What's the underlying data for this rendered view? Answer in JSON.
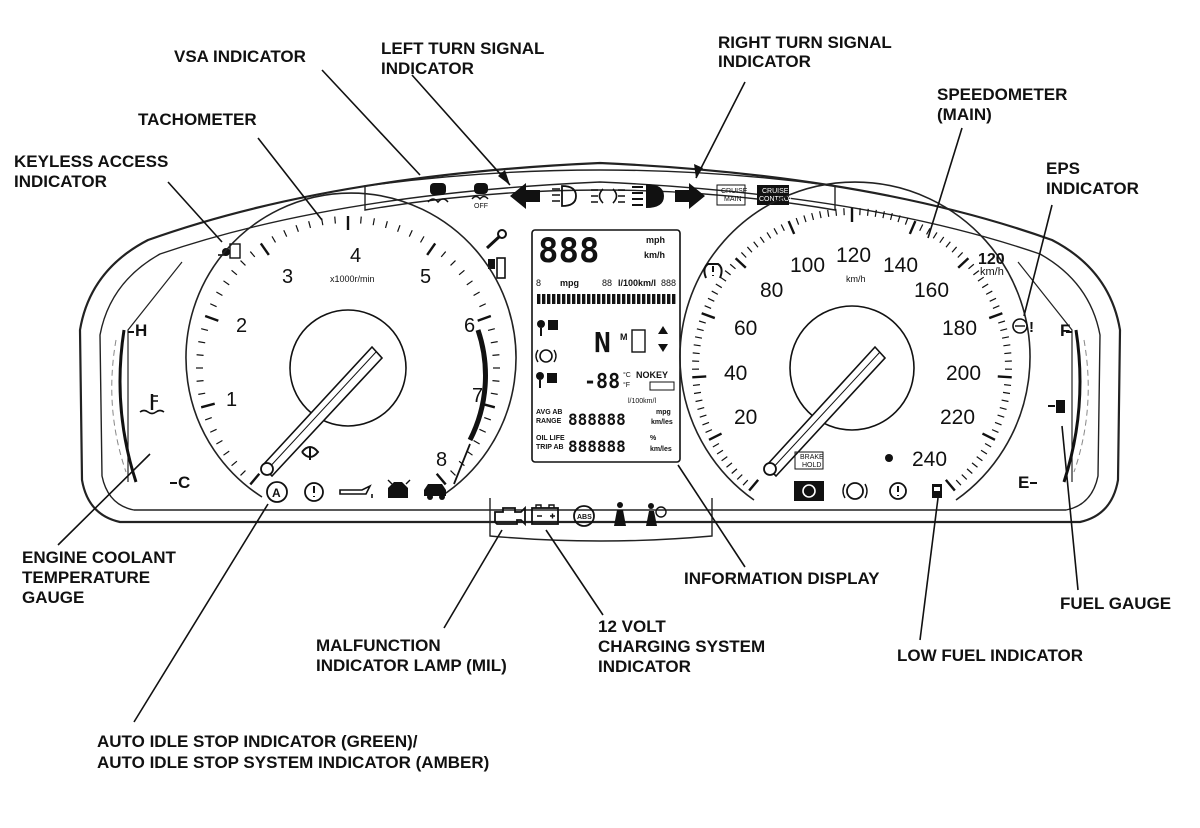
{
  "callouts": {
    "vsa": "VSA INDICATOR",
    "left_turn_1": "LEFT TURN SIGNAL",
    "left_turn_2": "INDICATOR",
    "right_turn_1": "RIGHT TURN SIGNAL",
    "right_turn_2": "INDICATOR",
    "tachometer": "TACHOMETER",
    "keyless_1": "KEYLESS ACCESS",
    "keyless_2": "INDICATOR",
    "speedometer_1": "SPEEDOMETER",
    "speedometer_2": "(MAIN)",
    "eps_1": "EPS",
    "eps_2": "INDICATOR",
    "coolant_1": "ENGINE COOLANT",
    "coolant_2": "TEMPERATURE",
    "coolant_3": "GAUGE",
    "info_display": "INFORMATION DISPLAY",
    "fuel_gauge": "FUEL GAUGE",
    "mil_1": "MALFUNCTION",
    "mil_2": "INDICATOR LAMP (MIL)",
    "charging_1": "12 VOLT",
    "charging_2": "CHARGING SYSTEM",
    "charging_3": "INDICATOR",
    "low_fuel": "LOW FUEL INDICATOR",
    "idle_stop_1": "AUTO IDLE STOP INDICATOR (GREEN)/",
    "idle_stop_2": "AUTO IDLE STOP SYSTEM INDICATOR (AMBER)"
  },
  "tachometer": {
    "numbers": [
      "1",
      "2",
      "3",
      "4",
      "5",
      "6",
      "7",
      "8"
    ],
    "unit": "x1000r/min"
  },
  "speedometer": {
    "numbers": [
      "20",
      "40",
      "60",
      "80",
      "100",
      "120",
      "140",
      "160",
      "180",
      "200",
      "220",
      "240"
    ],
    "unit": "km/h",
    "sub_value": "120",
    "sub_unit": "km/h"
  },
  "temp_gauge": {
    "hot": "H",
    "cold": "C"
  },
  "fuel": {
    "full": "F",
    "empty": "E"
  },
  "info_display": {
    "speed_digits": "888",
    "speed_unit_1": "mph",
    "speed_unit_2": "km/h",
    "row_mpg": "mpg",
    "row_l100": "l/100km/l",
    "row_8": "8",
    "row_88": "88",
    "row_888": "888",
    "shift": "N",
    "shift_m": "M",
    "temp": "-88",
    "temp_c": "°C",
    "temp_f": "°F",
    "nokey": "NOKEY",
    "l100_2": "l/100km/l",
    "avg_1": "AVG AB",
    "avg_2": "RANGE",
    "avg_digits": "888888",
    "mpg2": "mpg",
    "kmiles": "km/les",
    "oil_1": "OIL LIFE",
    "oil_2": "TRIP AB",
    "oil_digits": "888888",
    "pct": "%",
    "kmiles2": "km/les"
  },
  "top_strip": {
    "vsa_off": "OFF",
    "cruise_main_1": "CRUISE",
    "cruise_main_2": "MAIN",
    "cruise_ctrl_1": "CRUISE",
    "cruise_ctrl_2": "CONTROL"
  },
  "brake_hold_1": "BRAKE",
  "brake_hold_2": "HOLD",
  "icons": [
    "keyless-access-icon",
    "wrench-icon",
    "seatbelt-icon",
    "vsa-icon",
    "vsa-off-icon",
    "left-turn-arrow-icon",
    "headlight-icon",
    "parking-light-icon",
    "high-beam-icon",
    "right-turn-arrow-icon",
    "cruise-main-icon",
    "cruise-control-icon",
    "tpms-icon",
    "eps-icon",
    "coolant-temp-icon",
    "low-fuel-icon",
    "auto-idle-stop-icon",
    "brake-icon",
    "oil-pressure-icon",
    "door-open-icon",
    "security-car-icon",
    "mil-engine-icon",
    "battery-icon",
    "abs-icon",
    "seatbelt-reminder-icon",
    "srs-airbag-icon",
    "brake-hold-icon",
    "parking-brake-icon",
    "brake-system-icon"
  ]
}
